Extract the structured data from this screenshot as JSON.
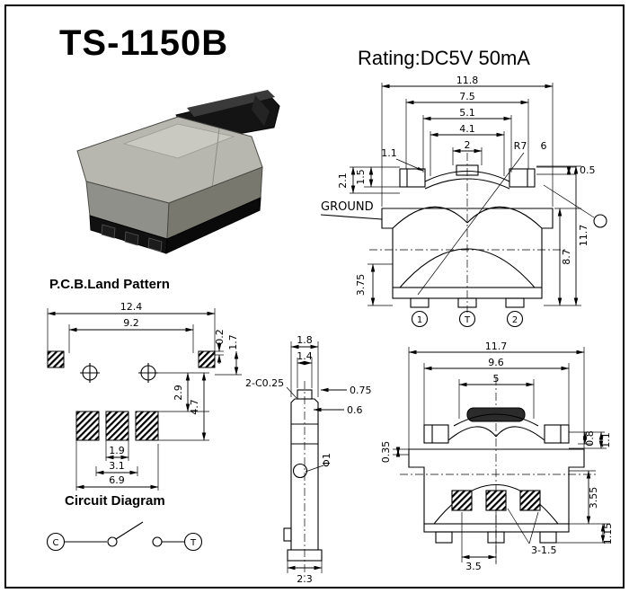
{
  "header": {
    "title": "TS-1150B",
    "rating": "Rating:DC5V 50mA"
  },
  "labels": {
    "pcb_land_pattern": "P.C.B.Land Pattern",
    "circuit_diagram": "Circuit Diagram",
    "ground": "GROUND"
  },
  "colors": {
    "ink": "#000000",
    "body_light": "#c3c3bb",
    "body_mid": "#90908a",
    "body_dark": "#6f6f68",
    "black_part": "#161616"
  },
  "front_view": {
    "dim_11_8": "11.8",
    "dim_7_5": "7.5",
    "dim_5_1": "5.1",
    "dim_4_1": "4.1",
    "dim_2": "2",
    "dim_1_1": "1.1",
    "radius": "R7",
    "dim_6": "6",
    "dim_1_5": "1.5",
    "dim_2_1": "2.1",
    "dim_0_5": "0.5",
    "dim_11_7": "11.7",
    "dim_8_7": "8.7",
    "dim_3_75": "3.75",
    "pin_left": "1",
    "pin_center": "T",
    "pin_right": "2"
  },
  "side_view": {
    "dim_1_8": "1.8",
    "dim_1_4": "1.4",
    "chamfer_note": "2-C0.25",
    "dim_0_75": "0.75",
    "dim_0_6": "0.6",
    "dim_phi_1": "Φ1",
    "dim_2_3": "2.3"
  },
  "bottom_view": {
    "dim_11_7": "11.7",
    "dim_9_6": "9.6",
    "dim_5": "5",
    "dim_0_35": "0.35",
    "dim_0_8": "0.8",
    "dim_1_1": "1.1",
    "dim_3_55": "3.55",
    "terminal_note": "3-1.5",
    "dim_3_5": "3.5",
    "dim_1_15": "1.15"
  },
  "land_pattern": {
    "dim_12_4": "12.4",
    "dim_9_2": "9.2",
    "dim_0_2": "0.2",
    "dim_1_7": "1.7",
    "dim_2_9": "2.9",
    "dim_4_7": "4.7",
    "dim_1_9": "1.9",
    "dim_3_1": "3.1",
    "dim_6_9": "6.9"
  },
  "circuit": {
    "terminal_c": "C",
    "terminal_t": "T"
  }
}
